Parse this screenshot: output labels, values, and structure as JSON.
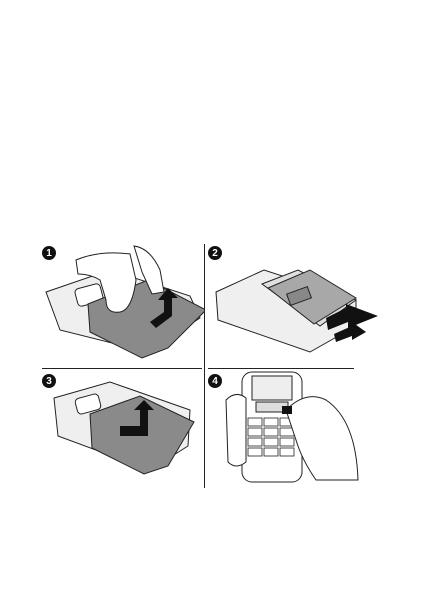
{
  "steps": [
    {
      "number": "1",
      "icon": "lift-back-cover-illustration"
    },
    {
      "number": "2",
      "icon": "insert-battery-illustration"
    },
    {
      "number": "3",
      "icon": "attach-back-cover-illustration"
    },
    {
      "number": "4",
      "icon": "press-power-key-illustration"
    }
  ],
  "colors": {
    "line": "#222222",
    "cover": "#8a8a8a",
    "battery": "#a8a8a8",
    "fill": "#e8e8e8"
  }
}
